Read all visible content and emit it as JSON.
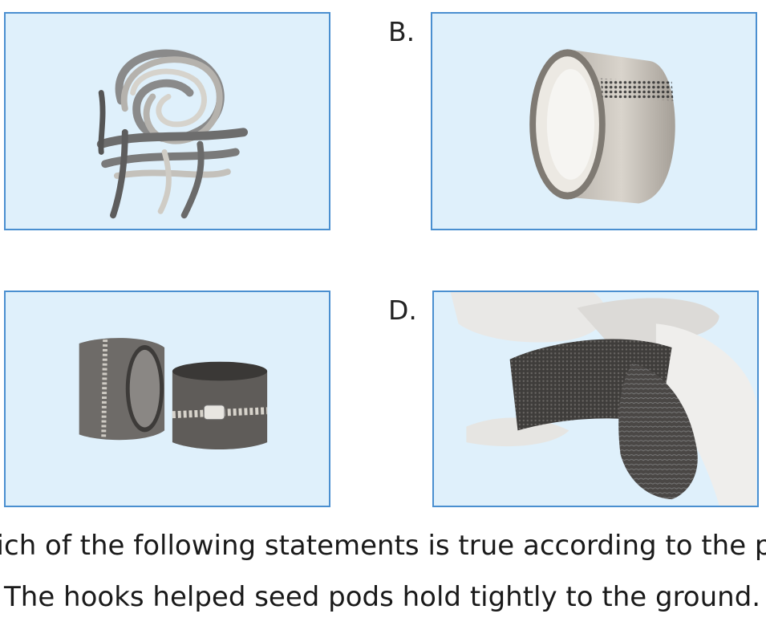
{
  "options": {
    "a": {
      "letter": "",
      "picture": "shoelaces"
    },
    "b": {
      "letter": "B.",
      "picture": "tape-roll"
    },
    "c": {
      "letter": "",
      "picture": "zippers"
    },
    "d": {
      "letter": "D.",
      "picture": "hook-and-loop-fastener"
    }
  },
  "question": {
    "text": "hich of the following statements is true according to the pa",
    "answer_line": "The hooks helped seed pods hold tightly to the ground."
  },
  "colors": {
    "panel_border": "#4a8fd0",
    "panel_fill": "#dff0fb"
  }
}
